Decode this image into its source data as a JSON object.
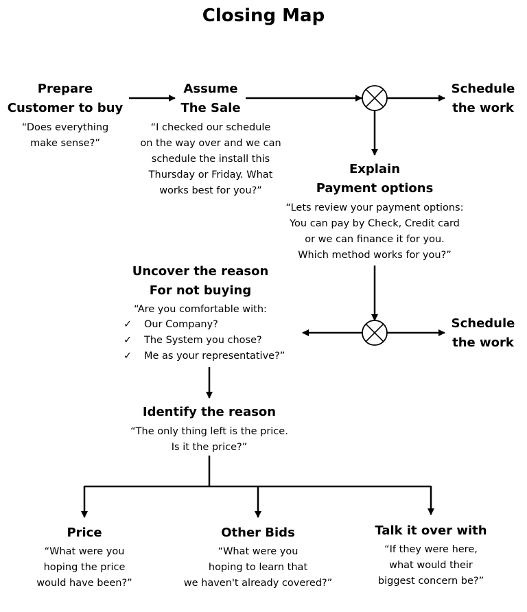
{
  "title": "Closing Map",
  "nodes": {
    "prepare": {
      "heading_l1": "Prepare",
      "heading_l2": "Customer to buy",
      "quote_l1": "“Does everything",
      "quote_l2": "make sense?”"
    },
    "assume": {
      "heading_l1": "Assume",
      "heading_l2": "The Sale",
      "quote_l1": "“I checked our schedule",
      "quote_l2": "on the way over and we can",
      "quote_l3": "schedule the install this",
      "quote_l4": "Thursday or Friday. What",
      "quote_l5": "works best for you?”"
    },
    "schedule_1": {
      "heading_l1": "Schedule",
      "heading_l2": "the work"
    },
    "explain": {
      "heading_l1": "Explain",
      "heading_l2": "Payment options",
      "quote_l1": "“Lets review your payment options:",
      "quote_l2": "You can pay by Check, Credit card",
      "quote_l3": "or we can finance it for you.",
      "quote_l4": "Which method works for you?”"
    },
    "uncover": {
      "heading_l1": "Uncover the reason",
      "heading_l2": "For not buying",
      "quote_l1": "“Are you comfortable with:",
      "checks": [
        "Our Company?",
        "The System you chose?",
        "Me as your representative?”"
      ]
    },
    "schedule_2": {
      "heading_l1": "Schedule",
      "heading_l2": "the work"
    },
    "identify": {
      "heading_l1": "Identify the reason",
      "quote_l1": "“The only thing left is the price.",
      "quote_l2": "Is it the price?”"
    },
    "price": {
      "heading_l1": "Price",
      "quote_l1": "“What were you",
      "quote_l2": "hoping the price",
      "quote_l3": "would have been?”"
    },
    "other_bids": {
      "heading_l1": "Other Bids",
      "quote_l1": "“What were you",
      "quote_l2": "hoping to learn that",
      "quote_l3": "we haven't already covered?”"
    },
    "talk": {
      "heading_l1": "Talk it over with",
      "quote_l1": "“If they were here,",
      "quote_l2": "what would their",
      "quote_l3": "biggest concern be?”"
    }
  },
  "check_mark": "✓",
  "colors": {
    "ink": "#000000",
    "background": "#ffffff"
  }
}
